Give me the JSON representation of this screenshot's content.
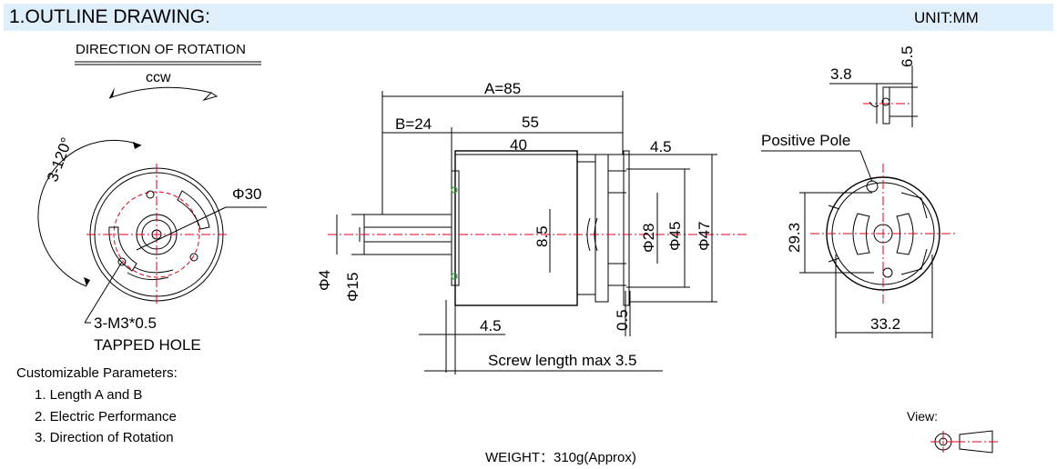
{
  "header": {
    "title": "1.OUTLINE DRAWING:",
    "unit": "UNIT:MM"
  },
  "rotation": {
    "heading": "DIRECTION OF ROTATION",
    "dir": "ccw"
  },
  "left_view": {
    "angle": "3-120°",
    "diameter": "Φ30",
    "hole_spec": "3-M3*0.5",
    "hole_type": "TAPPED HOLE"
  },
  "side_view": {
    "A": "A=85",
    "B": "B=24",
    "len55": "55",
    "len40": "40",
    "len45": "4.5",
    "d4": "Φ4",
    "d15": "Φ15",
    "d8": "8.5",
    "d28": "Φ28",
    "d45": "Φ45",
    "d47": "Φ47",
    "gap": "0.5",
    "len45b": "4.5",
    "screw": "Screw length max 3.5"
  },
  "right_view": {
    "d38": "3.8",
    "d65": "6.5",
    "pole": "Positive Pole",
    "h293": "29.3",
    "w332": "33.2"
  },
  "params": {
    "heading": "Customizable Parameters:",
    "items": [
      "1. Length A and B",
      "2. Electric Performance",
      "3. Direction of Rotation"
    ]
  },
  "weight": "WEIGHT：310g(Approx)",
  "view_label": "View:"
}
